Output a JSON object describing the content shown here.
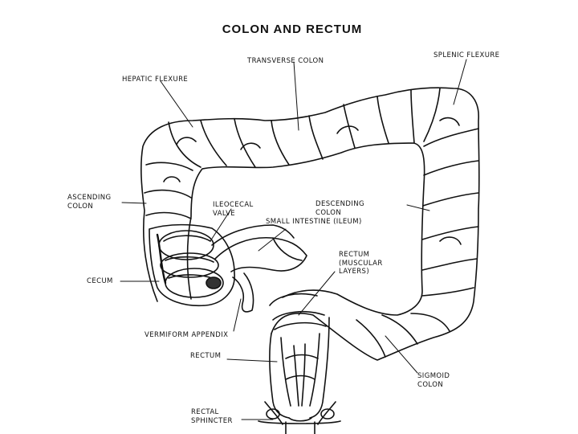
{
  "diagram": {
    "title": "COLON AND RECTUM",
    "labels": {
      "transverse_colon": "TRANSVERSE COLON",
      "splenic_flexure": "SPLENIC FLEXURE",
      "hepatic_flexure": "HEPATIC FLEXURE",
      "ascending_colon": [
        "ASCENDING",
        "COLON"
      ],
      "ileocecal_valve": [
        "ILEOCECAL",
        "VALVE"
      ],
      "descending_colon": [
        "DESCENDING",
        "COLON"
      ],
      "small_intestine": "SMALL INTESTINE (ILEUM)",
      "rectum_muscular": [
        "RECTUM",
        "(MUSCULAR",
        "LAYERS)"
      ],
      "cecum": "CECUM",
      "vermiform_appendix": "VERMIFORM APPENDIX",
      "rectum": "RECTUM",
      "sigmoid_colon": [
        "SIGMOID",
        "COLON"
      ],
      "rectal_sphincter": [
        "RECTAL",
        "SPHINCTER"
      ]
    }
  }
}
